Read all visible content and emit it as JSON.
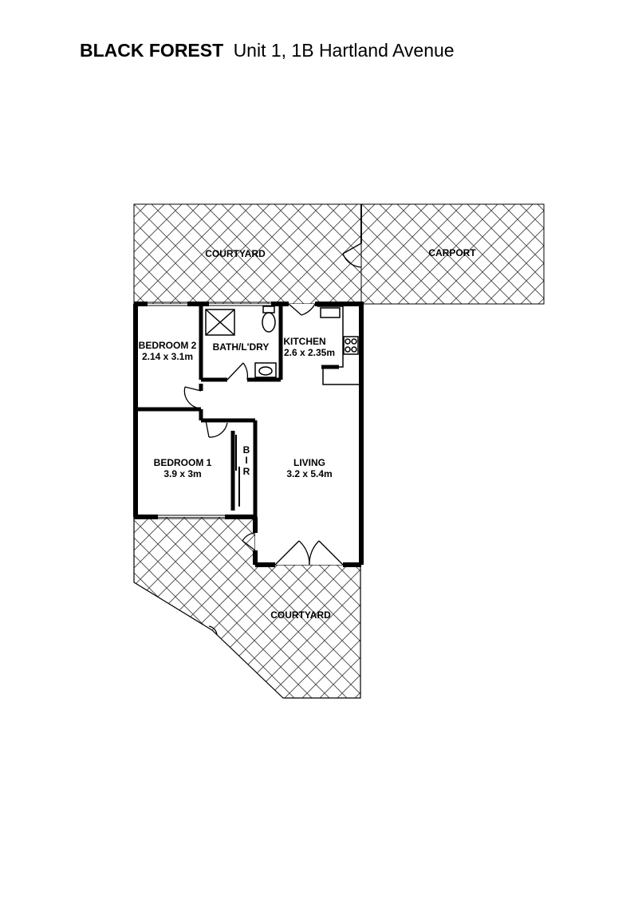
{
  "header": {
    "suburb": "BLACK FOREST",
    "address": "Unit 1, 1B Hartland Avenue"
  },
  "rooms": {
    "courtyard_top": {
      "label": "COURTYARD"
    },
    "carport": {
      "label": "CARPORT"
    },
    "bedroom2": {
      "label": "BEDROOM 2",
      "dims": "2.14 x 3.1m"
    },
    "bath": {
      "label": "BATH/L'DRY"
    },
    "kitchen": {
      "label": "KITCHEN",
      "dims": "2.6 x 2.35m"
    },
    "bedroom1": {
      "label": "BEDROOM 1",
      "dims": "3.9 x 3m"
    },
    "bir": {
      "letters": [
        "B",
        "I",
        "R"
      ]
    },
    "living": {
      "label": "LIVING",
      "dims": "3.2 x 5.4m"
    },
    "courtyard_bottom": {
      "label": "COURTYARD"
    }
  },
  "colors": {
    "wall": "#000000",
    "hatch": "#444444",
    "background": "#ffffff"
  }
}
